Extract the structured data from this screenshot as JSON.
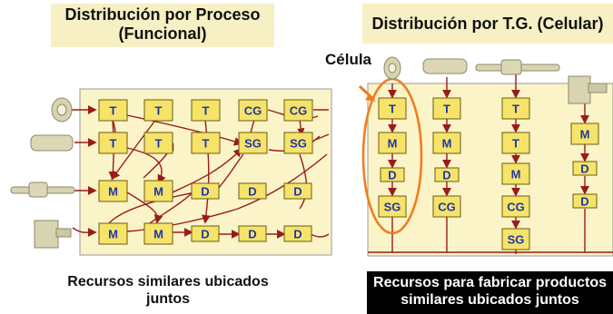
{
  "left": {
    "title_line1": "Distribución por Proceso",
    "title_line2": "(Funcional)",
    "caption_line1": "Recursos similares ubicados",
    "caption_line2": "juntos",
    "machines": [
      "T",
      "T",
      "T",
      "CG",
      "CG",
      "T",
      "T",
      "T",
      "SG",
      "SG",
      "M",
      "M",
      "D",
      "D",
      "D",
      "M",
      "M",
      "D",
      "D",
      "D"
    ]
  },
  "right": {
    "title": "Distribución por T.G. (Celular)",
    "cell_label": "Célula",
    "caption_line1": "Recursos para fabricar productos",
    "caption_line2": "similares ubicados juntos",
    "columns": [
      [
        "T",
        "M",
        "D",
        "SG"
      ],
      [
        "T",
        "M",
        "D",
        "CG"
      ],
      [
        "T",
        "T",
        "M",
        "CG",
        "SG"
      ],
      [
        "M",
        "D",
        "D"
      ]
    ]
  },
  "colors": {
    "panel": "#fbf4c8",
    "box": "#f5e36a",
    "flow": "#9a1b1b",
    "cell_ring": "#ef7d22",
    "title_bg": "#f7f0c4"
  }
}
